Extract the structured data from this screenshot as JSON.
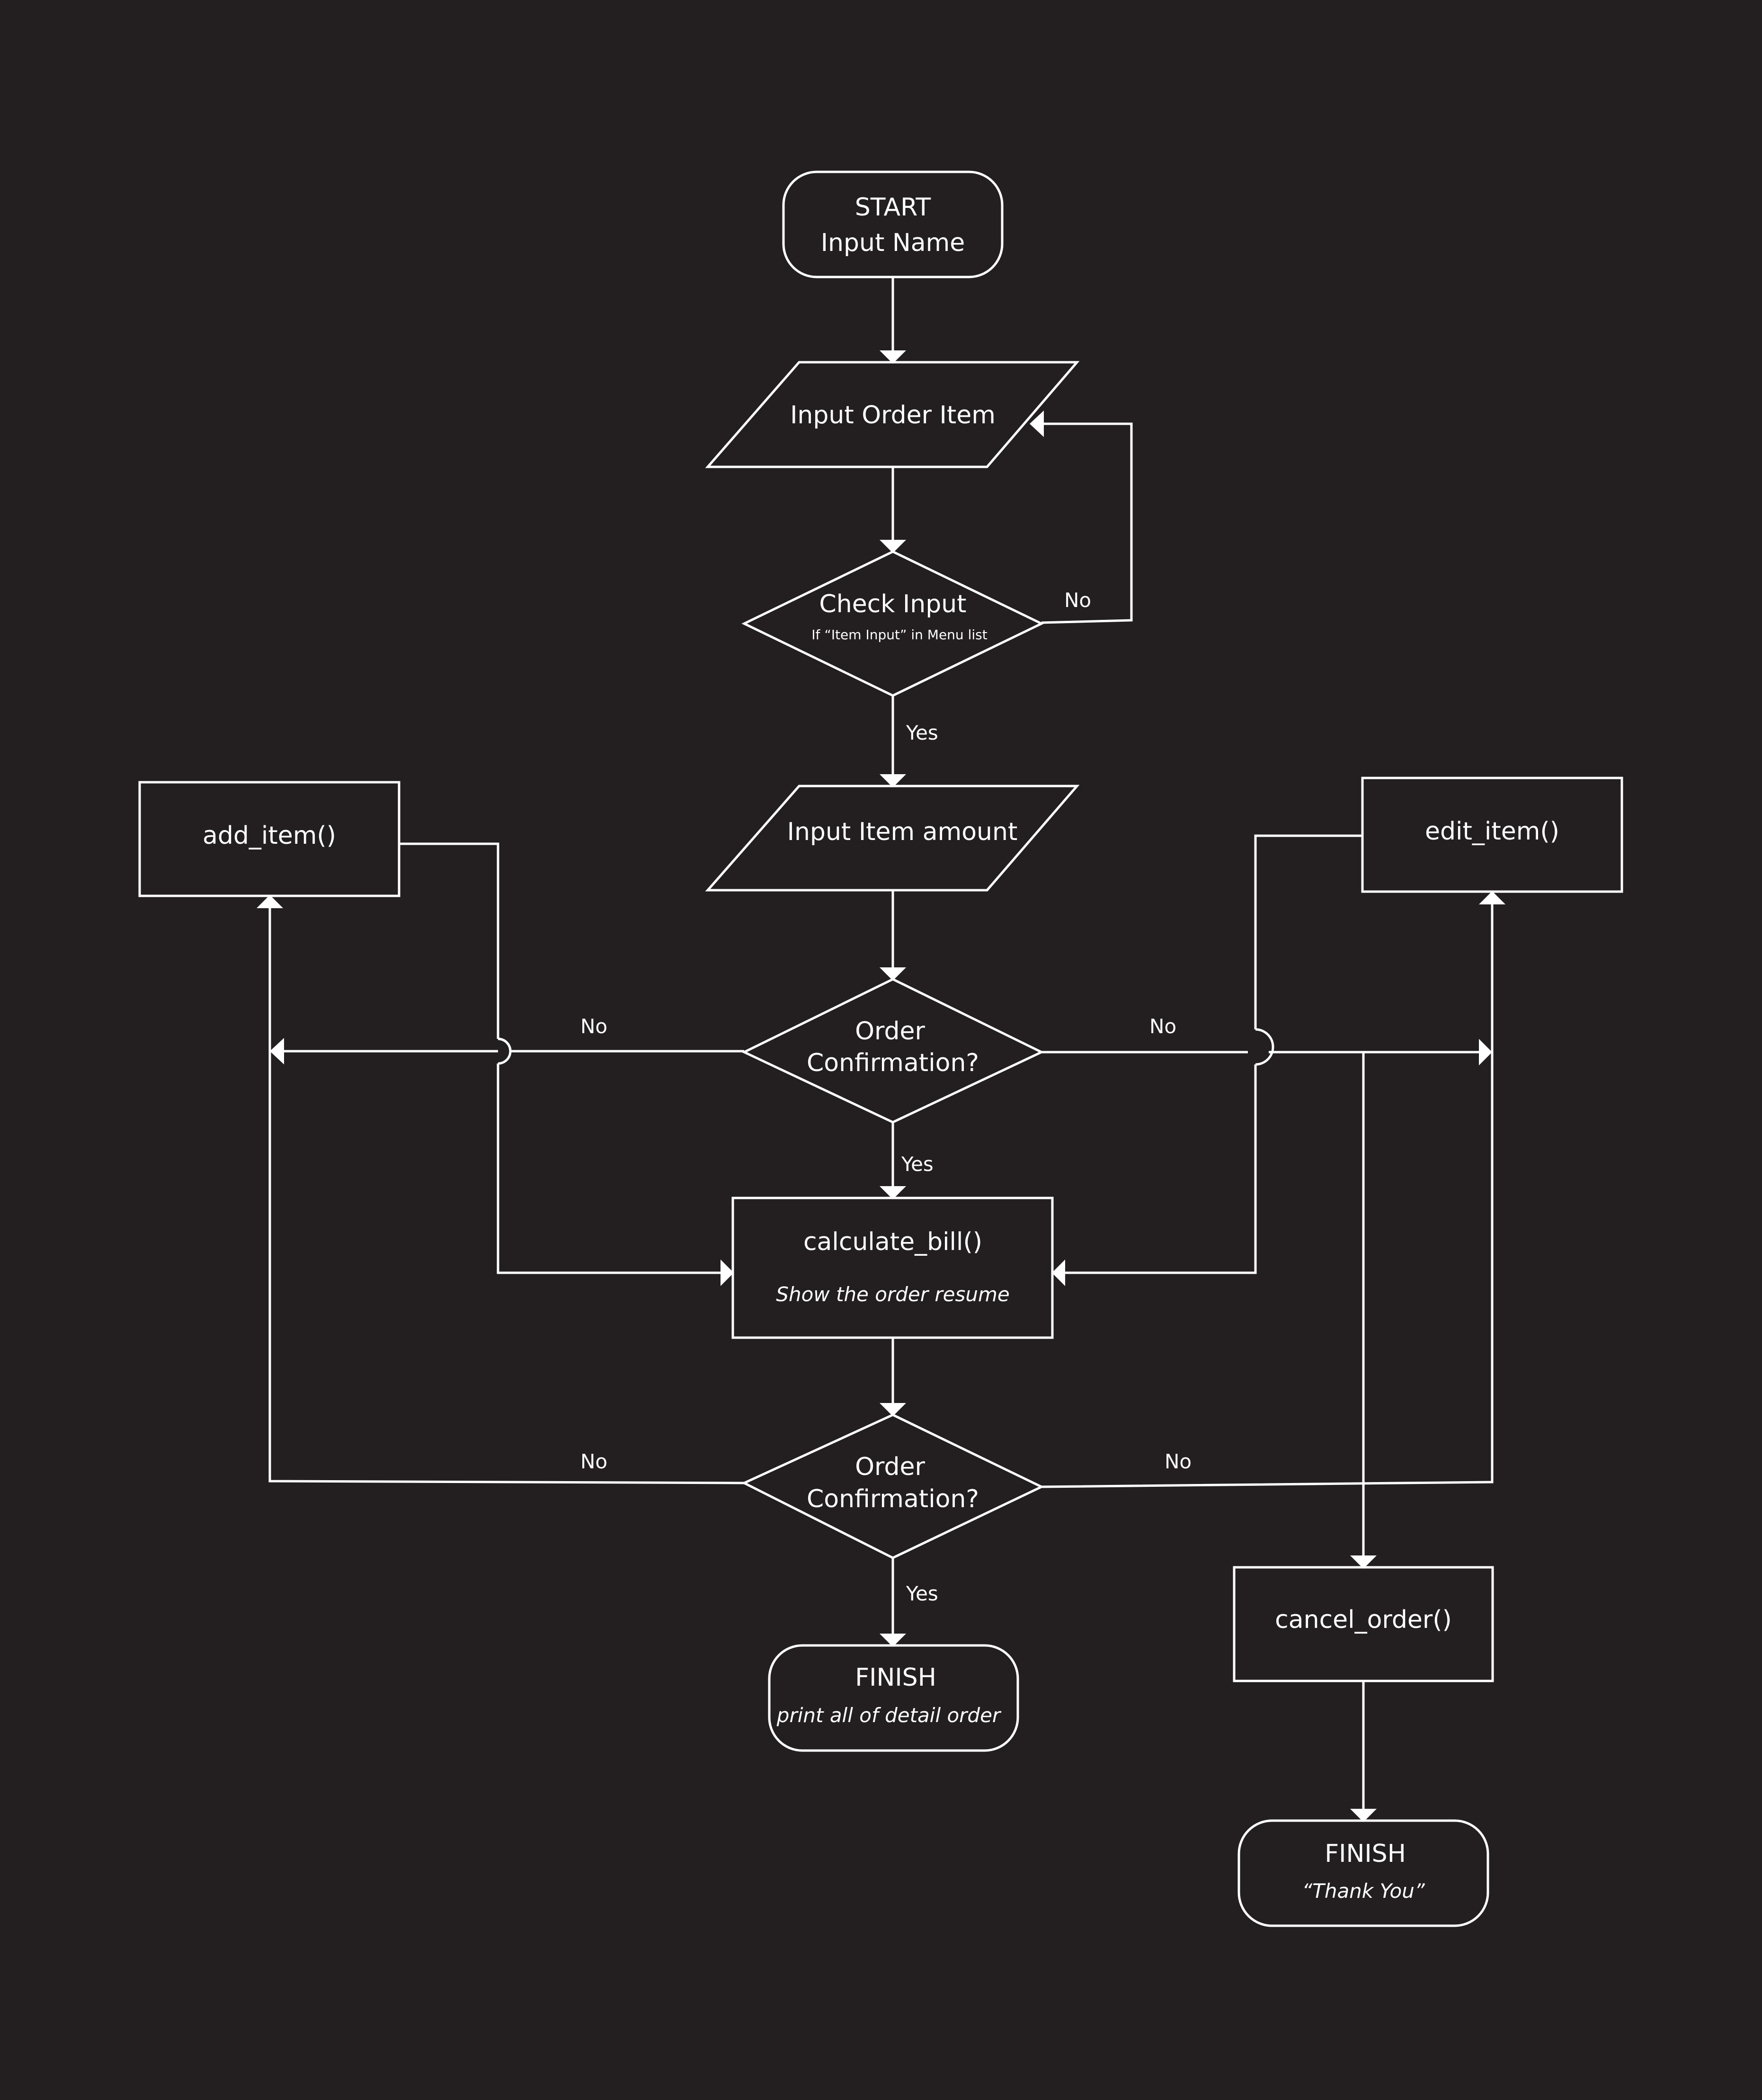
{
  "theme": {
    "background": "#231f20",
    "stroke": "#ffffff",
    "text": "#ffffff"
  },
  "nodes": {
    "start": {
      "line1": "START",
      "line2": "Input Name"
    },
    "input_order_item": {
      "label": "Input Order Item"
    },
    "check_input": {
      "label": "Check Input",
      "sublabel": "If “Item Input” in Menu list"
    },
    "input_item_amount": {
      "label": "Input Item amount"
    },
    "order_confirmation_1": {
      "line1": "Order",
      "line2": "Confirmation?"
    },
    "add_item": {
      "label": "add_item()"
    },
    "edit_item": {
      "label": "edit_item()"
    },
    "calculate_bill": {
      "label": "calculate_bill()",
      "sublabel": "Show the order resume"
    },
    "order_confirmation_2": {
      "line1": "Order",
      "line2": "Confirmation?"
    },
    "finish_print": {
      "line1": "FINISH",
      "line2": "print all of detail order"
    },
    "cancel_order": {
      "label": "cancel_order()"
    },
    "finish_thanks": {
      "line1": "FINISH",
      "line2": "“Thank You”"
    }
  },
  "edge_labels": {
    "check_no": "No",
    "check_yes": "Yes",
    "conf1_no_left": "No",
    "conf1_no_right": "No",
    "conf1_yes": "Yes",
    "conf2_no_left": "No",
    "conf2_no_right": "No",
    "conf2_yes": "Yes"
  }
}
